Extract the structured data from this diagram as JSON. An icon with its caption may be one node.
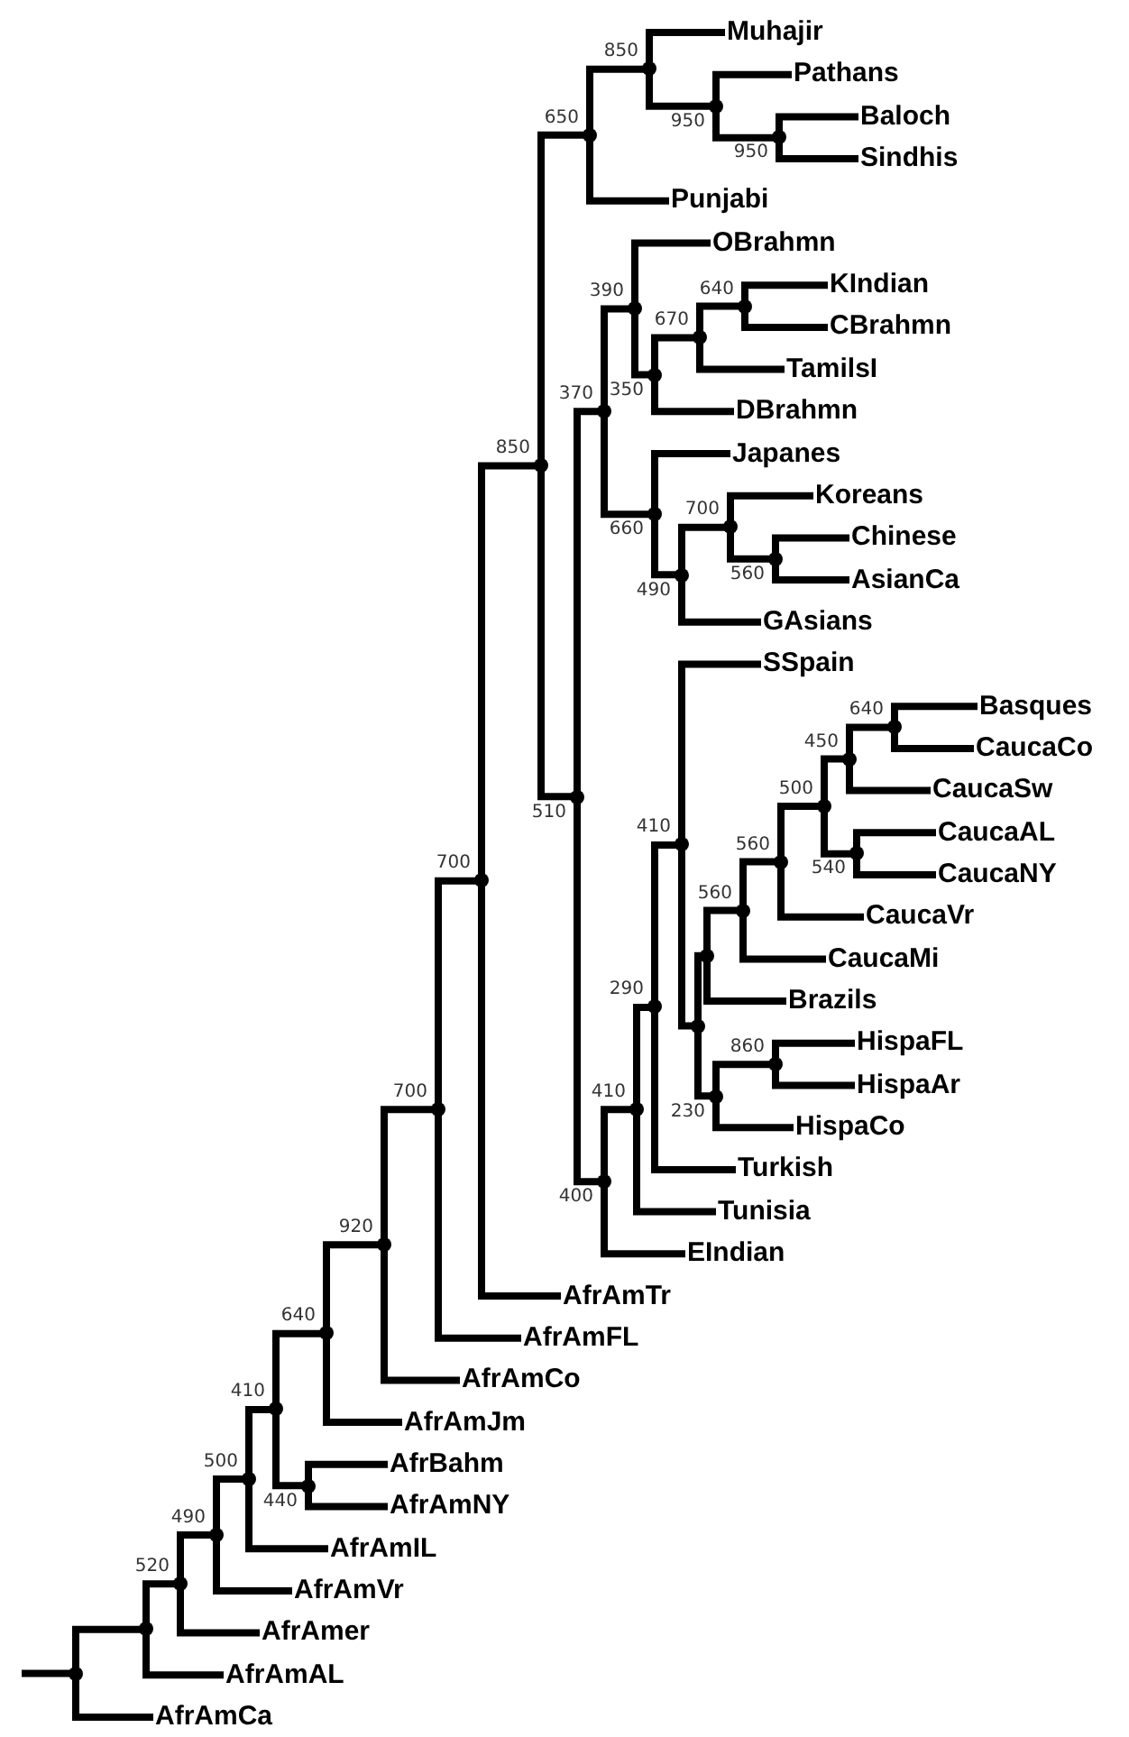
{
  "diagram": {
    "nodes": [
      {
        "text": [
          "Muhajir"
        ]
      },
      {
        "text": [
          "Pathans"
        ]
      },
      {
        "text": [
          "Baloch"
        ]
      },
      {
        "text": [
          "Sindhis"
        ]
      },
      {
        "text": [
          "Punjabi"
        ]
      },
      {
        "text": [
          "OBrahmn"
        ]
      },
      {
        "text": [
          "KIndian"
        ]
      },
      {
        "text": [
          "CBrahmn"
        ]
      },
      {
        "text": [
          "TamilsI"
        ]
      },
      {
        "text": [
          "DBrahmn"
        ]
      },
      {
        "text": [
          "Japanes"
        ]
      },
      {
        "text": [
          "Koreans"
        ]
      },
      {
        "text": [
          "Chinese"
        ]
      },
      {
        "text": [
          "AsianCa"
        ]
      },
      {
        "text": [
          "GAsians"
        ]
      },
      {
        "text": [
          "SSpain"
        ]
      },
      {
        "text": [
          "Basques"
        ]
      },
      {
        "text": [
          "CaucaCo"
        ]
      },
      {
        "text": [
          "CaucaSw"
        ]
      },
      {
        "text": [
          "CaucaAL"
        ]
      },
      {
        "text": [
          "CaucaNY"
        ]
      },
      {
        "text": [
          "CaucaVr"
        ]
      },
      {
        "text": [
          "CaucaMi"
        ]
      },
      {
        "text": [
          "Brazils"
        ]
      },
      {
        "text": [
          "HispaFL"
        ]
      },
      {
        "text": [
          "HispaAr"
        ]
      },
      {
        "text": [
          "HispaCo"
        ]
      },
      {
        "text": [
          "Turkish"
        ]
      },
      {
        "text": [
          "Tunisia"
        ]
      },
      {
        "text": [
          "EIndian"
        ]
      },
      {
        "text": [
          "AfrAmTr"
        ]
      },
      {
        "text": [
          "AfrAmFL"
        ]
      },
      {
        "text": [
          "AfrAmCo"
        ]
      },
      {
        "text": [
          "AfrAmJm"
        ]
      },
      {
        "text": [
          "AfrBahm"
        ]
      },
      {
        "text": [
          "AfrAmNY"
        ]
      },
      {
        "text": [
          "AfrAmIL"
        ]
      },
      {
        "text": [
          "AfrAmVr"
        ]
      },
      {
        "text": [
          "AfrAmer"
        ]
      },
      {
        "text": [
          "AfrAmAL"
        ]
      },
      {
        "text": [
          "AfrAmCa"
        ]
      },
      {
        "text": [],
        "shape": "point"
      },
      {
        "text": [],
        "shape": "point"
      },
      {
        "text": [],
        "shape": "point",
        "beside": [
          "520"
        ]
      },
      {
        "text": [],
        "shape": "point",
        "beside": [
          "490"
        ]
      },
      {
        "text": [],
        "shape": "point",
        "beside": [
          "500"
        ]
      },
      {
        "text": [],
        "shape": "point",
        "beside": [
          "410"
        ]
      },
      {
        "text": [],
        "shape": "point",
        "beside": [
          "640"
        ]
      },
      {
        "text": [],
        "shape": "point",
        "beside": [
          "440"
        ]
      },
      {
        "text": [],
        "shape": "point",
        "beside": [
          "920"
        ]
      },
      {
        "text": [],
        "shape": "point",
        "beside": [
          "700"
        ]
      },
      {
        "text": [],
        "shape": "point",
        "beside": [
          "700"
        ]
      },
      {
        "text": [],
        "shape": "point",
        "beside": [
          "850"
        ]
      },
      {
        "text": [],
        "shape": "point",
        "beside": [
          "650"
        ]
      },
      {
        "text": [],
        "shape": "point",
        "beside": [
          "850"
        ]
      },
      {
        "text": [],
        "shape": "point",
        "beside": [
          "950"
        ]
      },
      {
        "text": [],
        "shape": "point",
        "beside": [
          "950"
        ]
      },
      {
        "text": [],
        "shape": "point",
        "beside": [
          "510"
        ]
      },
      {
        "text": [],
        "shape": "point",
        "beside": [
          "370"
        ]
      },
      {
        "text": [],
        "shape": "point",
        "beside": [
          "390"
        ]
      },
      {
        "text": [],
        "shape": "point",
        "beside": [
          "350"
        ]
      },
      {
        "text": [],
        "shape": "point",
        "beside": [
          "670"
        ]
      },
      {
        "text": [],
        "shape": "point",
        "beside": [
          "640"
        ]
      },
      {
        "text": [],
        "shape": "point",
        "beside": [
          "660"
        ]
      },
      {
        "text": [],
        "shape": "point",
        "beside": [
          "490"
        ]
      },
      {
        "text": [],
        "shape": "point",
        "beside": [
          "700"
        ]
      },
      {
        "text": [],
        "shape": "point",
        "beside": [
          "560"
        ]
      },
      {
        "text": [],
        "shape": "point",
        "beside": [
          "400"
        ]
      },
      {
        "text": [],
        "shape": "point",
        "beside": [
          "410"
        ]
      },
      {
        "text": [],
        "shape": "point",
        "beside": [
          "290"
        ]
      },
      {
        "text": [],
        "shape": "point",
        "beside": [
          "410"
        ]
      },
      {
        "text": [],
        "shape": "point"
      },
      {
        "text": [],
        "shape": "point"
      },
      {
        "text": [],
        "shape": "point",
        "beside": [
          "560"
        ]
      },
      {
        "text": [],
        "shape": "point",
        "beside": [
          "560"
        ]
      },
      {
        "text": [],
        "shape": "point",
        "beside": [
          "500"
        ]
      },
      {
        "text": [],
        "shape": "point",
        "beside": [
          "450"
        ]
      },
      {
        "text": [],
        "shape": "point",
        "beside": [
          "640"
        ]
      },
      {
        "text": [],
        "shape": "point",
        "beside": [
          "540"
        ]
      },
      {
        "text": [],
        "shape": "point",
        "beside": [
          "230"
        ]
      },
      {
        "text": [],
        "shape": "point",
        "beside": [
          "860"
        ]
      }
    ],
    "edges": [
      {
        "from": null,
        "to": 41,
        "arrow": "none"
      },
      {
        "from": 41,
        "to": 42,
        "arrow": "none"
      },
      {
        "from": 41,
        "to": 40,
        "arrow": "none"
      },
      {
        "from": 42,
        "to": 43,
        "arrow": "none"
      },
      {
        "from": 42,
        "to": 39,
        "arrow": "none"
      },
      {
        "from": 43,
        "to": 44,
        "arrow": "none"
      },
      {
        "from": 43,
        "to": 38,
        "arrow": "none"
      },
      {
        "from": 44,
        "to": 45,
        "arrow": "none"
      },
      {
        "from": 44,
        "to": 37,
        "arrow": "none"
      },
      {
        "from": 45,
        "to": 46,
        "arrow": "none"
      },
      {
        "from": 45,
        "to": 36,
        "arrow": "none"
      },
      {
        "from": 46,
        "to": 47,
        "arrow": "none"
      },
      {
        "from": 46,
        "to": 48,
        "arrow": "none"
      },
      {
        "from": 47,
        "to": 49,
        "arrow": "none"
      },
      {
        "from": 47,
        "to": 33,
        "arrow": "none"
      },
      {
        "from": 48,
        "to": 34,
        "arrow": "none"
      },
      {
        "from": 48,
        "to": 35,
        "arrow": "none"
      },
      {
        "from": 49,
        "to": 50,
        "arrow": "none"
      },
      {
        "from": 49,
        "to": 32,
        "arrow": "none"
      },
      {
        "from": 50,
        "to": 51,
        "arrow": "none"
      },
      {
        "from": 50,
        "to": 31,
        "arrow": "none"
      },
      {
        "from": 51,
        "to": 52,
        "arrow": "none"
      },
      {
        "from": 51,
        "to": 30,
        "arrow": "none"
      },
      {
        "from": 52,
        "to": 53,
        "arrow": "none"
      },
      {
        "from": 52,
        "to": 57,
        "arrow": "none"
      },
      {
        "from": 53,
        "to": 54,
        "arrow": "none"
      },
      {
        "from": 53,
        "to": 4,
        "arrow": "none"
      },
      {
        "from": 54,
        "to": 0,
        "arrow": "none"
      },
      {
        "from": 54,
        "to": 55,
        "arrow": "none"
      },
      {
        "from": 55,
        "to": 1,
        "arrow": "none"
      },
      {
        "from": 55,
        "to": 56,
        "arrow": "none"
      },
      {
        "from": 56,
        "to": 2,
        "arrow": "none"
      },
      {
        "from": 56,
        "to": 3,
        "arrow": "none"
      },
      {
        "from": 57,
        "to": 58,
        "arrow": "none"
      },
      {
        "from": 57,
        "to": 67,
        "arrow": "none"
      },
      {
        "from": 58,
        "to": 59,
        "arrow": "none"
      },
      {
        "from": 58,
        "to": 63,
        "arrow": "none"
      },
      {
        "from": 59,
        "to": 5,
        "arrow": "none"
      },
      {
        "from": 59,
        "to": 60,
        "arrow": "none"
      },
      {
        "from": 60,
        "to": 61,
        "arrow": "none"
      },
      {
        "from": 60,
        "to": 9,
        "arrow": "none"
      },
      {
        "from": 61,
        "to": 62,
        "arrow": "none"
      },
      {
        "from": 61,
        "to": 8,
        "arrow": "none"
      },
      {
        "from": 62,
        "to": 6,
        "arrow": "none"
      },
      {
        "from": 62,
        "to": 7,
        "arrow": "none"
      },
      {
        "from": 63,
        "to": 10,
        "arrow": "none"
      },
      {
        "from": 63,
        "to": 64,
        "arrow": "none"
      },
      {
        "from": 64,
        "to": 65,
        "arrow": "none"
      },
      {
        "from": 64,
        "to": 14,
        "arrow": "none"
      },
      {
        "from": 65,
        "to": 11,
        "arrow": "none"
      },
      {
        "from": 65,
        "to": 66,
        "arrow": "none"
      },
      {
        "from": 66,
        "to": 12,
        "arrow": "none"
      },
      {
        "from": 66,
        "to": 13,
        "arrow": "none"
      },
      {
        "from": 67,
        "to": 68,
        "arrow": "none"
      },
      {
        "from": 67,
        "to": 29,
        "arrow": "none"
      },
      {
        "from": 68,
        "to": 69,
        "arrow": "none"
      },
      {
        "from": 68,
        "to": 28,
        "arrow": "none"
      },
      {
        "from": 69,
        "to": 70,
        "arrow": "none"
      },
      {
        "from": 69,
        "to": 27,
        "arrow": "none"
      },
      {
        "from": 70,
        "to": 15,
        "arrow": "none"
      },
      {
        "from": 70,
        "to": 71,
        "arrow": "none"
      },
      {
        "from": 71,
        "to": 72,
        "arrow": "none"
      },
      {
        "from": 71,
        "to": 79,
        "arrow": "none"
      },
      {
        "from": 72,
        "to": 73,
        "arrow": "none"
      },
      {
        "from": 72,
        "to": 23,
        "arrow": "none"
      },
      {
        "from": 73,
        "to": 74,
        "arrow": "none"
      },
      {
        "from": 73,
        "to": 22,
        "arrow": "none"
      },
      {
        "from": 74,
        "to": 75,
        "arrow": "none"
      },
      {
        "from": 74,
        "to": 21,
        "arrow": "none"
      },
      {
        "from": 75,
        "to": 76,
        "arrow": "none"
      },
      {
        "from": 75,
        "to": 78,
        "arrow": "none"
      },
      {
        "from": 76,
        "to": 77,
        "arrow": "none"
      },
      {
        "from": 76,
        "to": 18,
        "arrow": "none"
      },
      {
        "from": 77,
        "to": 16,
        "arrow": "none"
      },
      {
        "from": 77,
        "to": 17,
        "arrow": "none"
      },
      {
        "from": 78,
        "to": 19,
        "arrow": "none"
      },
      {
        "from": 78,
        "to": 20,
        "arrow": "none"
      },
      {
        "from": 79,
        "to": 80,
        "arrow": "none"
      },
      {
        "from": 79,
        "to": 26,
        "arrow": "none"
      },
      {
        "from": 80,
        "to": 24,
        "arrow": "none"
      },
      {
        "from": 80,
        "to": 25,
        "arrow": "none"
      }
    ]
  }
}
